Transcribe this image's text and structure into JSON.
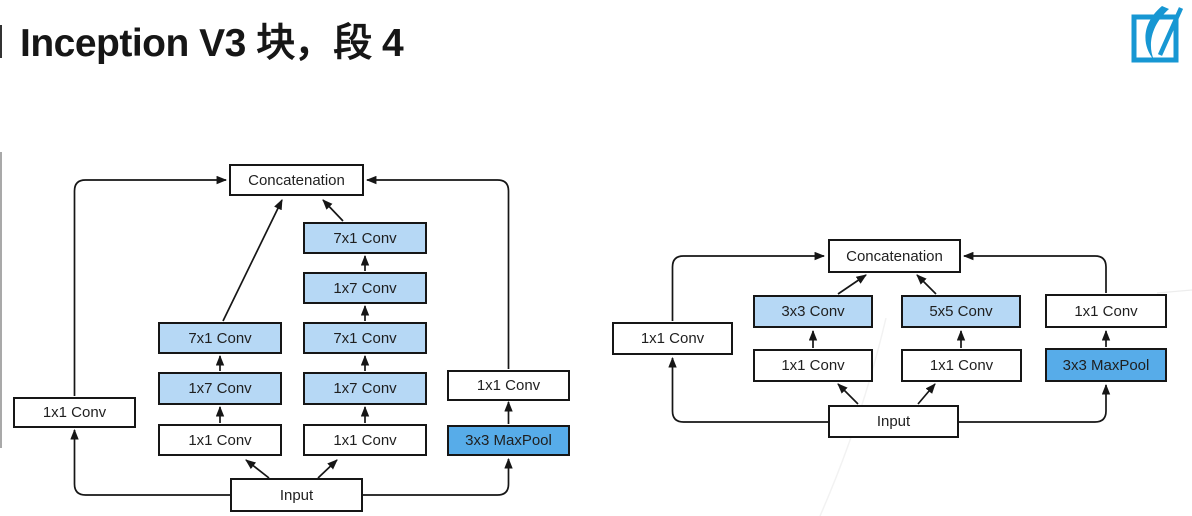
{
  "title": "Inception V3 块，段 4",
  "logo_icon": "d2l-book-logo",
  "colors": {
    "logo_blue": "#1797d3",
    "conv_fill": "#b6d8f5",
    "maxpool_fill": "#57ace9",
    "box_border": "#161616",
    "arrow": "#161616",
    "background": "#ffffff"
  },
  "diagram_left": {
    "concatenation": "Concatenation",
    "input": "Input",
    "shortcut": "1x1 Conv",
    "branch_a": [
      "7x1 Conv",
      "1x7 Conv",
      "1x1 Conv"
    ],
    "branch_b": [
      "7x1 Conv",
      "1x7 Conv",
      "7x1 Conv",
      "1x7 Conv",
      "1x1 Conv"
    ],
    "branch_c": [
      "1x1 Conv",
      "3x3 MaxPool"
    ]
  },
  "diagram_right": {
    "concatenation": "Concatenation",
    "input": "Input",
    "shortcut": "1x1 Conv",
    "branch_a": [
      "3x3 Conv",
      "1x1 Conv"
    ],
    "branch_b": [
      "5x5 Conv",
      "1x1 Conv"
    ],
    "branch_c": [
      "1x1 Conv",
      "3x3 MaxPool"
    ]
  }
}
